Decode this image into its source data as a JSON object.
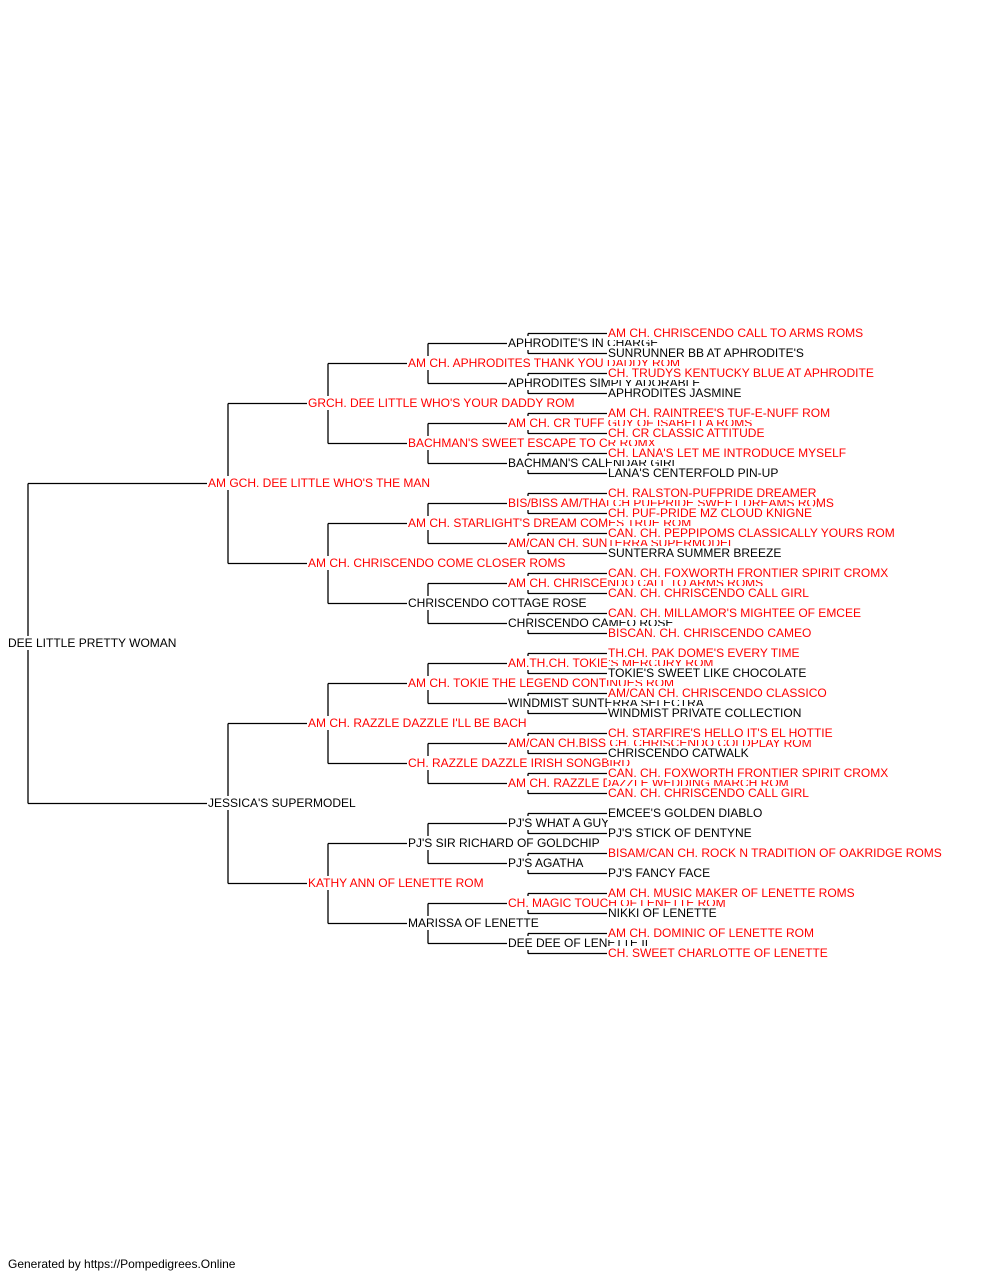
{
  "colors": {
    "champion_text": "#ff0000",
    "regular_text": "#000000",
    "connector": "#000000"
  },
  "subject": {
    "name": "DEE LITTLE PRETTY WOMAN",
    "champion": false
  },
  "sire": {
    "name": "AM GCH. DEE LITTLE WHO'S THE MAN",
    "champion": true
  },
  "dam": {
    "name": "JESSICA'S SUPERMODEL",
    "champion": false
  },
  "generation_3": [
    {
      "name": "GRCH. DEE LITTLE WHO'S YOUR DADDY ROM",
      "champion": true
    },
    {
      "name": "AM CH. CHRISCENDO COME CLOSER ROMS",
      "champion": true
    },
    {
      "name": "AM CH. RAZZLE DAZZLE I'LL BE BACH",
      "champion": true
    },
    {
      "name": "KATHY ANN OF LENETTE ROM",
      "champion": true
    }
  ],
  "generation_4": [
    {
      "name": "AM CH. APHRODITES THANK YOU DADDY ROM",
      "champion": true
    },
    {
      "name": "BACHMAN'S SWEET ESCAPE TO CR ROMX",
      "champion": true
    },
    {
      "name": "AM CH. STARLIGHT'S DREAM COMES TRUE ROM",
      "champion": true
    },
    {
      "name": "CHRISCENDO COTTAGE ROSE",
      "champion": false
    },
    {
      "name": "AM CH. TOKIE THE LEGEND CONTINUES ROM",
      "champion": true
    },
    {
      "name": "CH. RAZZLE DAZZLE IRISH SONGBIRD",
      "champion": true
    },
    {
      "name": "PJ'S SIR RICHARD OF GOLDCHIP",
      "champion": false
    },
    {
      "name": "MARISSA OF LENETTE",
      "champion": false
    }
  ],
  "generation_5": [
    {
      "name": "APHRODITE'S IN CHARGE",
      "champion": false
    },
    {
      "name": "APHRODITES SIMPLY ADORABLE",
      "champion": false
    },
    {
      "name": "AM CH. CR TUFF GUY OF ISABELLA ROMS",
      "champion": true
    },
    {
      "name": "BACHMAN'S CALENDAR GIRL",
      "champion": false
    },
    {
      "name": "BIS/BISS AM/THAI CH PUFPRIDE SWEET DREAMS ROMS",
      "champion": true
    },
    {
      "name": "AM/CAN CH. SUNTERRA SUPERMODEL",
      "champion": true
    },
    {
      "name": "AM CH. CHRISCENDO CALL TO ARMS ROMS",
      "champion": true
    },
    {
      "name": "CHRISCENDO CAMEO ROSE",
      "champion": false
    },
    {
      "name": "AM.TH.CH. TOKIE'S MERCURY ROM",
      "champion": true
    },
    {
      "name": "WINDMIST SUNTERRA SELECTRA",
      "champion": false
    },
    {
      "name": "AM/CAN CH.BISS CH. CHRISCENDO COLDPLAY ROM",
      "champion": true
    },
    {
      "name": "AM CH. RAZZLE DAZZLE WEDDING MARCH ROM",
      "champion": true
    },
    {
      "name": "PJ'S WHAT A GUY",
      "champion": false
    },
    {
      "name": "PJ'S AGATHA",
      "champion": false
    },
    {
      "name": "CH. MAGIC TOUCH OF LENETTE ROM",
      "champion": true
    },
    {
      "name": "DEE DEE OF LENETTE II",
      "champion": false
    }
  ],
  "generation_6": [
    {
      "name": "AM CH. CHRISCENDO CALL TO ARMS ROMS",
      "champion": true
    },
    {
      "name": "SUNRUNNER BB AT APHRODITE'S",
      "champion": false
    },
    {
      "name": "CH. TRUDYS KENTUCKY BLUE AT APHRODITE",
      "champion": true
    },
    {
      "name": "APHRODITES JASMINE",
      "champion": false
    },
    {
      "name": "AM CH. RAINTREE'S TUF-E-NUFF ROM",
      "champion": true
    },
    {
      "name": "CH. CR CLASSIC ATTITUDE",
      "champion": true
    },
    {
      "name": "CH. LANA'S LET ME INTRODUCE MYSELF",
      "champion": true
    },
    {
      "name": "LANA'S CENTERFOLD PIN-UP",
      "champion": false
    },
    {
      "name": "CH. RALSTON-PUFPRIDE DREAMER",
      "champion": true
    },
    {
      "name": "CH. PUF-PRIDE MZ CLOUD KNIGNE",
      "champion": true
    },
    {
      "name": "CAN. CH. PEPPIPOMS CLASSICALLY YOURS ROM",
      "champion": true
    },
    {
      "name": "SUNTERRA SUMMER BREEZE",
      "champion": false
    },
    {
      "name": "CAN. CH. FOXWORTH FRONTIER SPIRIT CROMX",
      "champion": true
    },
    {
      "name": "CAN. CH. CHRISCENDO CALL GIRL",
      "champion": true
    },
    {
      "name": "CAN. CH. MILLAMOR'S MIGHTEE OF EMCEE",
      "champion": true
    },
    {
      "name": "BISCAN. CH. CHRISCENDO CAMEO",
      "champion": true
    },
    {
      "name": "TH.CH. PAK DOME'S EVERY TIME",
      "champion": true
    },
    {
      "name": "TOKIE'S SWEET LIKE CHOCOLATE",
      "champion": false
    },
    {
      "name": "AM/CAN CH. CHRISCENDO CLASSICO",
      "champion": true
    },
    {
      "name": "WINDMIST PRIVATE COLLECTION",
      "champion": false
    },
    {
      "name": "CH. STARFIRE'S HELLO IT'S EL HOTTIE",
      "champion": true
    },
    {
      "name": "CHRISCENDO CATWALK",
      "champion": false
    },
    {
      "name": "CAN. CH. FOXWORTH FRONTIER SPIRIT CROMX",
      "champion": true
    },
    {
      "name": "CAN. CH. CHRISCENDO CALL GIRL",
      "champion": true
    },
    {
      "name": "EMCEE'S GOLDEN DIABLO",
      "champion": false
    },
    {
      "name": "PJ'S STICK OF DENTYNE",
      "champion": false
    },
    {
      "name": "BISAM/CAN CH. ROCK N TRADITION OF OAKRIDGE ROMS",
      "champion": true
    },
    {
      "name": "PJ'S FANCY FACE",
      "champion": false
    },
    {
      "name": "AM CH. MUSIC MAKER OF LENETTE ROMS",
      "champion": true
    },
    {
      "name": "NIKKI OF LENETTE",
      "champion": false
    },
    {
      "name": "AM CH. DOMINIC OF LENETTE ROM",
      "champion": true
    },
    {
      "name": "CH. SWEET CHARLOTTE OF LENETTE",
      "champion": true
    }
  ],
  "footer": "Generated by https://Pompedigrees.Online"
}
